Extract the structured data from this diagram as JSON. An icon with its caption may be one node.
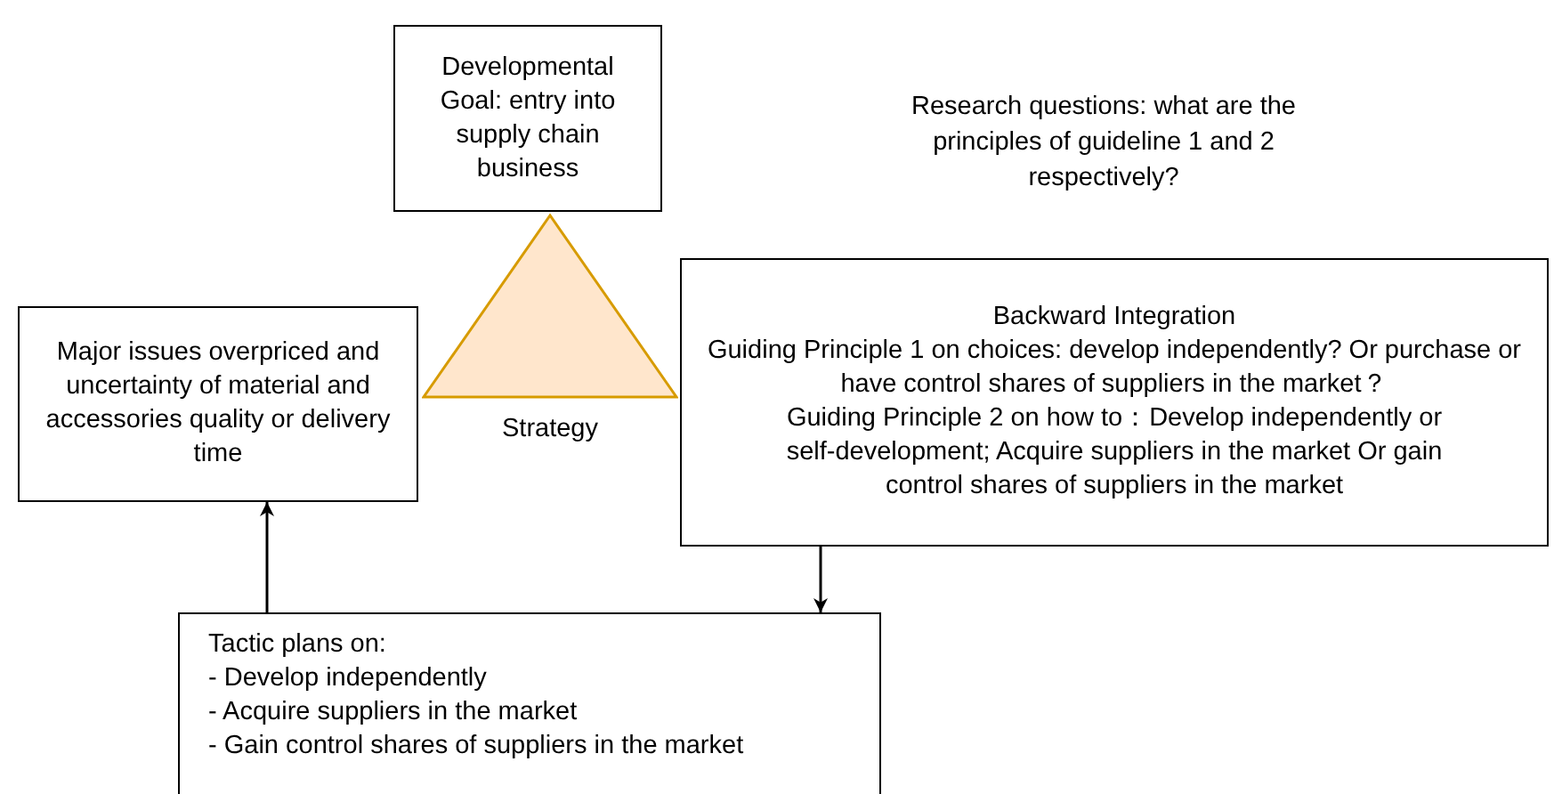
{
  "diagram": {
    "nodes": [
      {
        "text": [
          "Developmental Goal: entry into supply chain business"
        ]
      },
      {
        "text": [],
        "shape": "triangle",
        "beside": [
          "Strategy"
        ]
      },
      {
        "text": [
          "Major issues overpriced and uncertainty of material and accessories quality or delivery time"
        ]
      },
      {
        "text": [
          "Backward Integration",
          "Guiding Principle 1 on choices: develop independently? Or purchase or have control shares of suppliers in the market？",
          "Guiding Principle 2 on how to：Develop independently or self-development; Acquire suppliers in the market Or gain control shares of suppliers in the market"
        ]
      },
      {
        "text": [
          "Tactic plans on:",
          "- Develop independently",
          "- Acquire suppliers in the market",
          "- Gain control shares of suppliers in the market"
        ]
      }
    ],
    "edges": [
      {
        "from": 4,
        "to": 2,
        "arrow": "to"
      },
      {
        "from": 3,
        "to": 4,
        "arrow": "to"
      }
    ],
    "labels": [
      "Research questions: what are the principles of guideline 1 and 2 respectively?"
    ]
  }
}
